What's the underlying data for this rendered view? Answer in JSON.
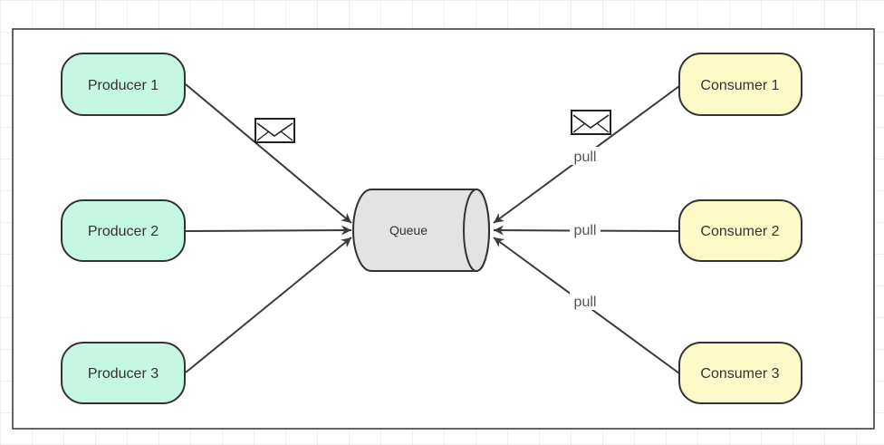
{
  "diagram": {
    "producers": [
      {
        "id": "p1",
        "label": "Producer 1"
      },
      {
        "id": "p2",
        "label": "Producer 2"
      },
      {
        "id": "p3",
        "label": "Producer 3"
      }
    ],
    "consumers": [
      {
        "id": "c1",
        "label": "Consumer 1"
      },
      {
        "id": "c2",
        "label": "Consumer 2"
      },
      {
        "id": "c3",
        "label": "Consumer 3"
      }
    ],
    "queue": {
      "label": "Queue"
    },
    "edge_labels": {
      "c1": "pull",
      "c2": "pull",
      "c3": "pull"
    },
    "colors": {
      "producer_fill": "#c6f7e3",
      "producer_stroke": "#333333",
      "consumer_fill": "#fcfbc7",
      "consumer_stroke": "#333333",
      "queue_fill": "#e3e3e3",
      "queue_stroke": "#333333",
      "edge_color": "#3a3a3a"
    },
    "icons": {
      "message": "envelope-icon"
    }
  }
}
